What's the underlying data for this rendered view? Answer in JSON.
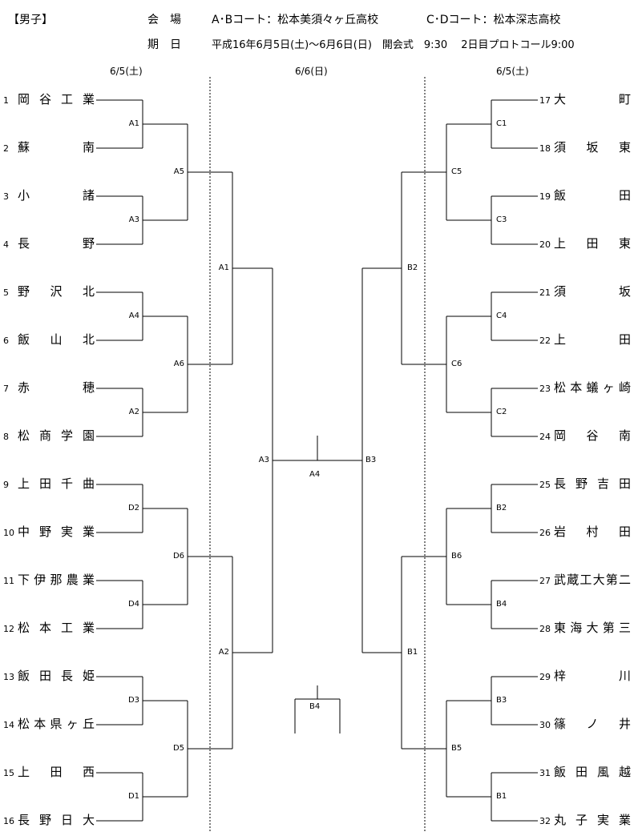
{
  "header": {
    "title": "【男子】",
    "venue_label": "会　場",
    "venue_ab": "A･Bコート：松本美須々ヶ丘高校",
    "venue_cd": "C･Dコート：松本深志高校",
    "date_label": "期　日",
    "date_value": "平成16年6月5日(土)～6月6日(日)　開会式　9:30　 2日目プロトコール9:00"
  },
  "days": [
    "6/5(土)",
    "6/6(日)",
    "6/5(土)"
  ],
  "left_teams": [
    {
      "num": "1",
      "name": "岡谷工業"
    },
    {
      "num": "2",
      "name": "蘇　　　南"
    },
    {
      "num": "3",
      "name": "小　　　諸"
    },
    {
      "num": "4",
      "name": "長　　　野"
    },
    {
      "num": "5",
      "name": "野　沢　北"
    },
    {
      "num": "6",
      "name": "飯　山　北"
    },
    {
      "num": "7",
      "name": "赤　　　穂"
    },
    {
      "num": "8",
      "name": "松商学園"
    },
    {
      "num": "9",
      "name": "上田千曲"
    },
    {
      "num": "10",
      "name": "中野実業"
    },
    {
      "num": "11",
      "name": "下伊那農業"
    },
    {
      "num": "12",
      "name": "松本工業"
    },
    {
      "num": "13",
      "name": "飯田長姫"
    },
    {
      "num": "14",
      "name": "松本県ヶ丘"
    },
    {
      "num": "15",
      "name": "上　田　西"
    },
    {
      "num": "16",
      "name": "長野日大"
    }
  ],
  "right_teams": [
    {
      "num": "17",
      "name": "大　　　町"
    },
    {
      "num": "18",
      "name": "須　坂　東"
    },
    {
      "num": "19",
      "name": "飯　　　田"
    },
    {
      "num": "20",
      "name": "上　田　東"
    },
    {
      "num": "21",
      "name": "須　　　坂"
    },
    {
      "num": "22",
      "name": "上　　　田"
    },
    {
      "num": "23",
      "name": "松本蟻ヶ崎"
    },
    {
      "num": "24",
      "name": "岡　谷　南"
    },
    {
      "num": "25",
      "name": "長野吉田"
    },
    {
      "num": "26",
      "name": "岩　村　田"
    },
    {
      "num": "27",
      "name": "武蔵工大第二"
    },
    {
      "num": "28",
      "name": "東海大第三"
    },
    {
      "num": "29",
      "name": "梓　　　川"
    },
    {
      "num": "30",
      "name": "篠　ノ　井"
    },
    {
      "num": "31",
      "name": "飯田風越"
    },
    {
      "num": "32",
      "name": "丸子実業"
    }
  ],
  "left_r1": [
    "A1",
    "A3",
    "A4",
    "A2",
    "D2",
    "D4",
    "D3",
    "D1"
  ],
  "left_r2": [
    "A5",
    "A6",
    "D6",
    "D5"
  ],
  "left_r3": [
    "A1",
    "A2"
  ],
  "left_r4": "A3",
  "right_r1": [
    "C1",
    "C3",
    "C4",
    "C2",
    "B2",
    "B4",
    "B3",
    "B1"
  ],
  "right_r2": [
    "C5",
    "C6",
    "B6",
    "B5"
  ],
  "right_r3": [
    "B2",
    "B1"
  ],
  "right_r4": "B3",
  "final": "A4",
  "third_place": "B4"
}
